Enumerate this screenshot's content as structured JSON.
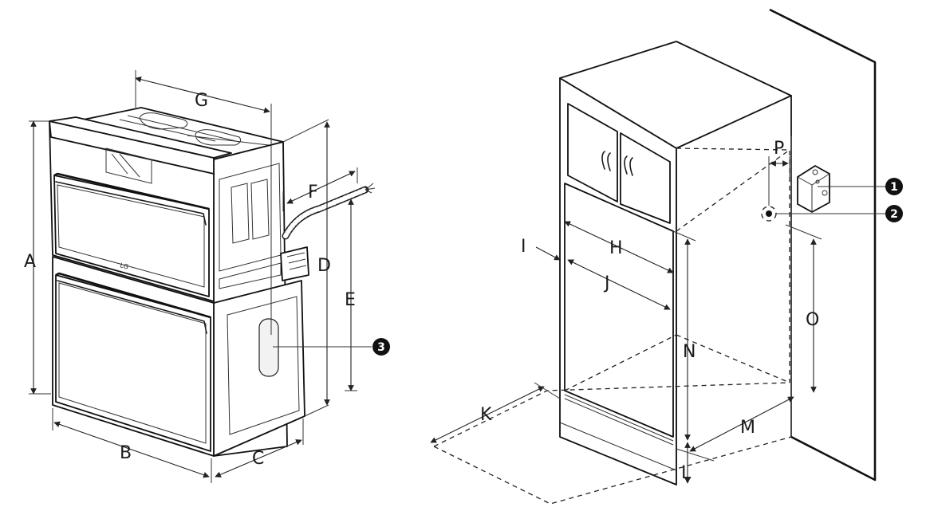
{
  "dimension_labels": {
    "a": "A",
    "b": "B",
    "c": "C",
    "d": "D",
    "e": "E",
    "f": "F",
    "g": "G",
    "h": "H",
    "i": "I",
    "j": "J",
    "k": "K",
    "l": "L",
    "m": "M",
    "n": "N",
    "o": "O",
    "p": "P"
  },
  "callouts": {
    "one": "1",
    "two": "2",
    "three": "3"
  },
  "oven_logo": "LG",
  "colors": {
    "line": "#1a1a1a",
    "callout_fill": "#111111",
    "background": "#ffffff"
  }
}
